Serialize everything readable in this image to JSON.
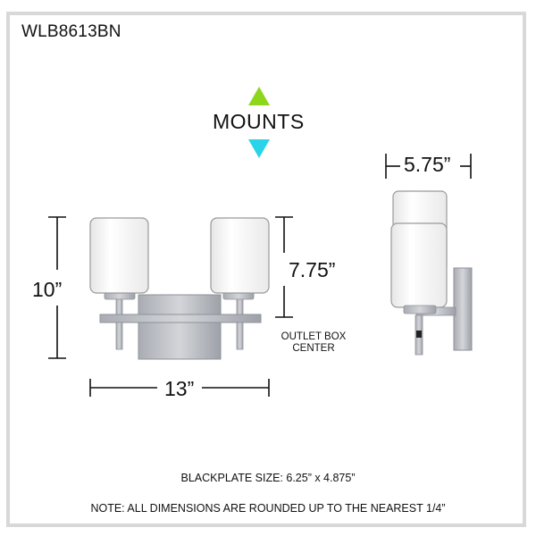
{
  "model": "WLB8613BN",
  "mounts": {
    "label": "MOUNTS",
    "up_color": "#8ed61c",
    "down_color": "#29d3e8"
  },
  "dimensions": {
    "height": "10”",
    "width": "13”",
    "outlet_height": "7.75”",
    "depth": "5.75”"
  },
  "outlet_label": [
    "OUTLET BOX",
    "CENTER"
  ],
  "backplate_size": "BLACKPLATE SIZE: 6.25” x 4.875”",
  "note": "NOTE: ALL DIMENSIONS ARE ROUNDED UP TO THE NEAREST 1/4”",
  "colors": {
    "metal": "#b9bcc2",
    "metal_dark": "#8e9299",
    "glass": "#f4f4f4",
    "line": "#111111"
  }
}
